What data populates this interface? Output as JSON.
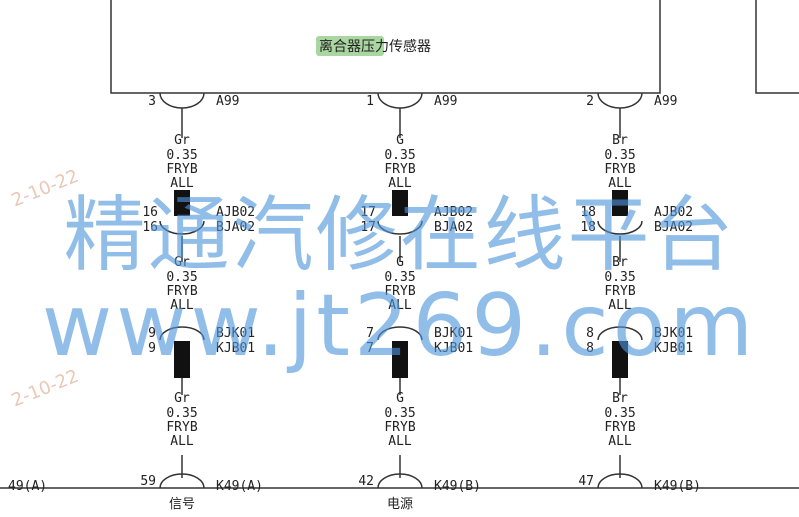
{
  "component": {
    "highlight": "离合器",
    "label": "压力传感器",
    "highlight_color": "#a9d6a1"
  },
  "ecu_connector_top": "A99",
  "columns": [
    {
      "pin_top": "3",
      "wire": {
        "color": "Gr",
        "gauge": "0.35",
        "type": "FRYB",
        "option": "ALL"
      },
      "conn1": {
        "pins": [
          "16",
          "16"
        ],
        "ids": [
          "AJB02",
          "BJA02"
        ]
      },
      "conn2": {
        "pins": [
          "9",
          "9"
        ],
        "ids": [
          "BJK01",
          "KJB01"
        ]
      },
      "pin_bottom": "59",
      "bottom_connector": "K49(A)",
      "bottom_label": "信号"
    },
    {
      "pin_top": "1",
      "wire": {
        "color": "G",
        "gauge": "0.35",
        "type": "FRYB",
        "option": "ALL"
      },
      "conn1": {
        "pins": [
          "17",
          "17"
        ],
        "ids": [
          "AJB02",
          "BJA02"
        ]
      },
      "conn2": {
        "pins": [
          "7",
          "7"
        ],
        "ids": [
          "BJK01",
          "KJB01"
        ]
      },
      "pin_bottom": "42",
      "bottom_connector": "K49(B)",
      "bottom_label": "电源"
    },
    {
      "pin_top": "2",
      "wire": {
        "color": "Br",
        "gauge": "0.35",
        "type": "FRYB",
        "option": "ALL"
      },
      "conn1": {
        "pins": [
          "18",
          "18"
        ],
        "ids": [
          "AJB02",
          "BJA02"
        ]
      },
      "conn2": {
        "pins": [
          "8",
          "8"
        ],
        "ids": [
          "BJK01",
          "KJB01"
        ]
      },
      "pin_bottom": "47",
      "bottom_connector": "K49(B)",
      "bottom_label": ""
    }
  ],
  "left_edge_connector": "49(A)",
  "watermark": {
    "line1": "精通汽修在线平台",
    "line2": "www.jt269.com"
  },
  "stamps": [
    "2-10-22",
    "2-10-22"
  ],
  "colors": {
    "line": "#333333",
    "watermark": "#4f95dc",
    "stamp": "#e2b6a0"
  }
}
